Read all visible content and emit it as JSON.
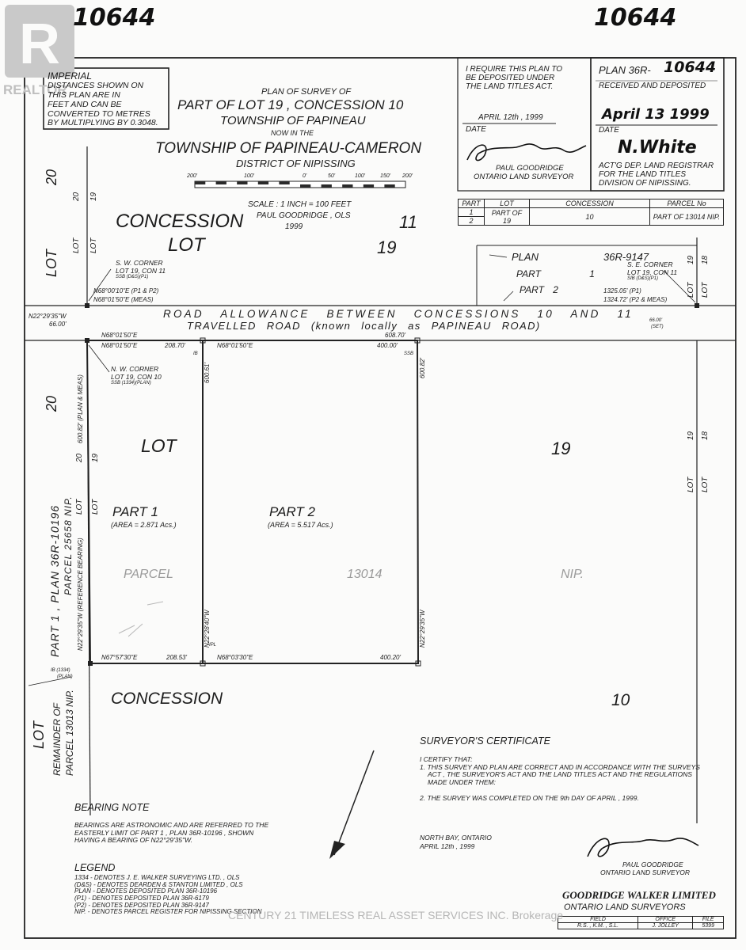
{
  "file_number_left": "10644",
  "file_number_right": "10644",
  "logo": {
    "name": "REALTOR",
    "mark": "R"
  },
  "watermark": "CENTURY 21 TIMELESS REAL ASSET SERVICES INC. Brokerage",
  "imperial_box": {
    "heading": "IMPERIAL",
    "lines": [
      "DISTANCES SHOWN ON",
      "THIS PLAN ARE IN",
      "FEET AND CAN BE",
      "CONVERTED TO METRES",
      "BY MULTIPLYING BY 0.3048."
    ]
  },
  "title": {
    "line1": "PLAN OF SURVEY OF",
    "line2": "PART OF LOT 19 , CONCESSION 10",
    "line3": "TOWNSHIP OF PAPINEAU",
    "line4": "NOW IN THE",
    "line5": "TOWNSHIP OF PAPINEAU-CAMERON",
    "line6": "DISTRICT OF NIPISSING"
  },
  "scale_bar": {
    "ticks": [
      "200'",
      "100'",
      "0'",
      "50'",
      "100'",
      "150'",
      "200'"
    ],
    "scale_text": "SCALE : 1 INCH = 100 FEET",
    "surveyor": "PAUL GOODRIDGE , OLS",
    "year": "1999"
  },
  "deposit_block": {
    "lines": [
      "I REQUIRE THIS PLAN TO",
      "BE DEPOSITED UNDER",
      "THE LAND TITLES ACT."
    ],
    "date_value": "APRIL 12th , 1999",
    "date_label": "DATE",
    "signer_name": "PAUL GOODRIDGE",
    "signer_title": "ONTARIO LAND SURVEYOR"
  },
  "registry_block": {
    "plan_label": "PLAN 36R-",
    "plan_number": "10644",
    "received": "RECEIVED AND DEPOSITED",
    "date_value": "April 13 1999",
    "date_label": "DATE",
    "signature": "N.White",
    "lines": [
      "ACT'G DEP. LAND REGISTRAR",
      "FOR THE LAND TITLES",
      "DIVISION OF NIPISSING."
    ]
  },
  "parts_table": {
    "headers": [
      "PART",
      "LOT",
      "CONCESSION",
      "PARCEL No"
    ],
    "part_1": "1",
    "part_2": "2",
    "lot_1": "PART OF",
    "lot_2": "19",
    "concession": "10",
    "parcel": "PART OF 13014 NIP."
  },
  "map_labels": {
    "concession_11": "CONCESSION",
    "concession_11_num": "11",
    "lot_top": "LOT",
    "lot_top_num": "19",
    "lot_mid": "LOT",
    "lot_mid_num": "19",
    "concession_10": "CONCESSION",
    "concession_10_num": "10",
    "part1": "PART 1",
    "part1_area": "(AREA = 2.871 Acs.)",
    "part2": "PART 2",
    "part2_area": "(AREA = 5.517 Acs.)",
    "parcel_word": "PARCEL",
    "parcel_number": "13014",
    "parcel_nip": "NIP.",
    "road1": "ROAD ALLOWANCE BETWEEN CONCESSIONS 10 AND 11",
    "road2": "TRAVELLED ROAD (known locally as PAPINEAU ROAD)",
    "plan_ref": "PLAN",
    "plan_ref_num": "36R-9147",
    "plan_ref_part1": "PART 1",
    "plan_ref_part2": "PART 2",
    "sw_corner": "S. W. CORNER",
    "sw_lot": "LOT 19, CON 11",
    "sw_ssb": "SSB (D&S)(P1)",
    "se_corner": "S. E. CORNER",
    "se_lot": "LOT 19, CON 11",
    "se_ssb": "SIB (D&S)(P1)",
    "nw_corner": "N. W. CORNER",
    "nw_lot": "LOT 19, CON 10",
    "nw_ssb": "SSB (1334)(PLAN)",
    "brg_top1": "N68°00'10\"E (P1 & P2)",
    "brg_top2": "N68°01'50\"E (MEAS)",
    "dist_top1": "1325.05' (P1)",
    "dist_top2": "1324.72' (P2 & MEAS)",
    "road_width_left_brg": "N22°29'35\"W",
    "road_width_left": "66.00'",
    "road_width_right": "66.00'",
    "road_width_right_set": "(SET)",
    "brg_north_road": "N68°01'50\"E",
    "dist_north_road": "608.70'",
    "brg_part1_n": "N68°01'50\"E",
    "dist_part1_n": "208.70'",
    "brg_part2_n": "N68°01'50\"E",
    "dist_part2_n": "400.00'",
    "brg_part1_s": "N67°57'30\"E",
    "dist_part1_s": "208.53'",
    "brg_part2_s": "N68°03'30\"E",
    "dist_part2_s": "400.20'",
    "dist_mid_top": "600.61'",
    "brg_mid": "N22°28'40\"W",
    "dist_east_top": "600.82'",
    "brg_east": "N22°29'35\"W",
    "dist_west": "600.82' (PLAN & MEAS)",
    "brg_west": "N22°29'35\"W (REFERENCE BEARING)",
    "ib_label": "IB",
    "ssb_label": "SSB",
    "ipl_label": "IPL",
    "ib_corner": "IB (1334)",
    "ib_corner2": "(PLAN)",
    "left_lot_20a": "LOT",
    "left_20a": "20",
    "left_lot_20b": "LOT",
    "left_20b": "20",
    "left_part_line": "PART 1 , PLAN 36R-10196",
    "left_parcel_line": "PARCEL 25658 NIP.",
    "left_lot_bottom": "LOT",
    "remainder_1": "REMAINDER OF",
    "remainder_2": "PARCEL 13013 NIP.",
    "col_20a": "20",
    "col_19a": "19",
    "col_lot_a": "LOT",
    "col_lot_b": "LOT",
    "col_20b": "20",
    "col_19b": "19",
    "col_lot_c": "LOT",
    "col_lot_d": "LOT",
    "right_19a": "19",
    "right_18a": "18",
    "right_lot_a": "LOT",
    "right_lot_b": "LOT",
    "right_19b": "19",
    "right_18b": "18",
    "right_lot_c": "LOT",
    "right_lot_d": "LOT"
  },
  "certificate": {
    "heading": "SURVEYOR'S CERTIFICATE",
    "line1": "I CERTIFY THAT:",
    "line2": "1. THIS SURVEY AND PLAN ARE CORRECT AND IN ACCORDANCE WITH THE SURVEYS",
    "line3": "ACT , THE SURVEYOR'S ACT AND THE LAND TITLES ACT AND THE REGULATIONS",
    "line4": "MADE UNDER THEM:",
    "line5": "2. THE SURVEY WAS COMPLETED ON THE 9th DAY OF APRIL , 1999.",
    "place": "NORTH BAY, ONTARIO",
    "date": "APRIL 12th , 1999",
    "signer_name": "PAUL GOODRIDGE",
    "signer_title": "ONTARIO LAND SURVEYOR"
  },
  "bearing_note": {
    "heading": "BEARING NOTE",
    "line1": "BEARINGS ARE ASTRONOMIC AND ARE REFERRED TO THE",
    "line2": "EASTERLY LIMIT OF PART 1 , PLAN 36R-10196 , SHOWN",
    "line3": "HAVING A BEARING OF N22°29'35\"W."
  },
  "legend": {
    "heading": "LEGEND",
    "line1": "1334 - DENOTES J. E. WALKER SURVEYING LTD. , OLS",
    "line2": "(D&S) - DENOTES DEARDEN & STANTON LIMITED , OLS",
    "line3": "PLAN - DENOTES DEPOSITED PLAN 36R-10196",
    "line4": "(P1) - DENOTES DEPOSITED PLAN 36R-6179",
    "line5": "(P2) - DENOTES DEPOSITED PLAN 36R-9147",
    "line6": "NIP. - DENOTES PARCEL REGISTER FOR NIPISSING SECTION"
  },
  "firm": {
    "name": "GOODRIDGE WALKER LIMITED",
    "subtitle": "ONTARIO LAND SURVEYORS",
    "field_label": "FIELD",
    "office_label": "OFFICE",
    "file_label": "FILE",
    "field_value": "R.S. , K.M. , S.L.",
    "office_value": "J. JOLLEY",
    "file_value": "5399"
  }
}
